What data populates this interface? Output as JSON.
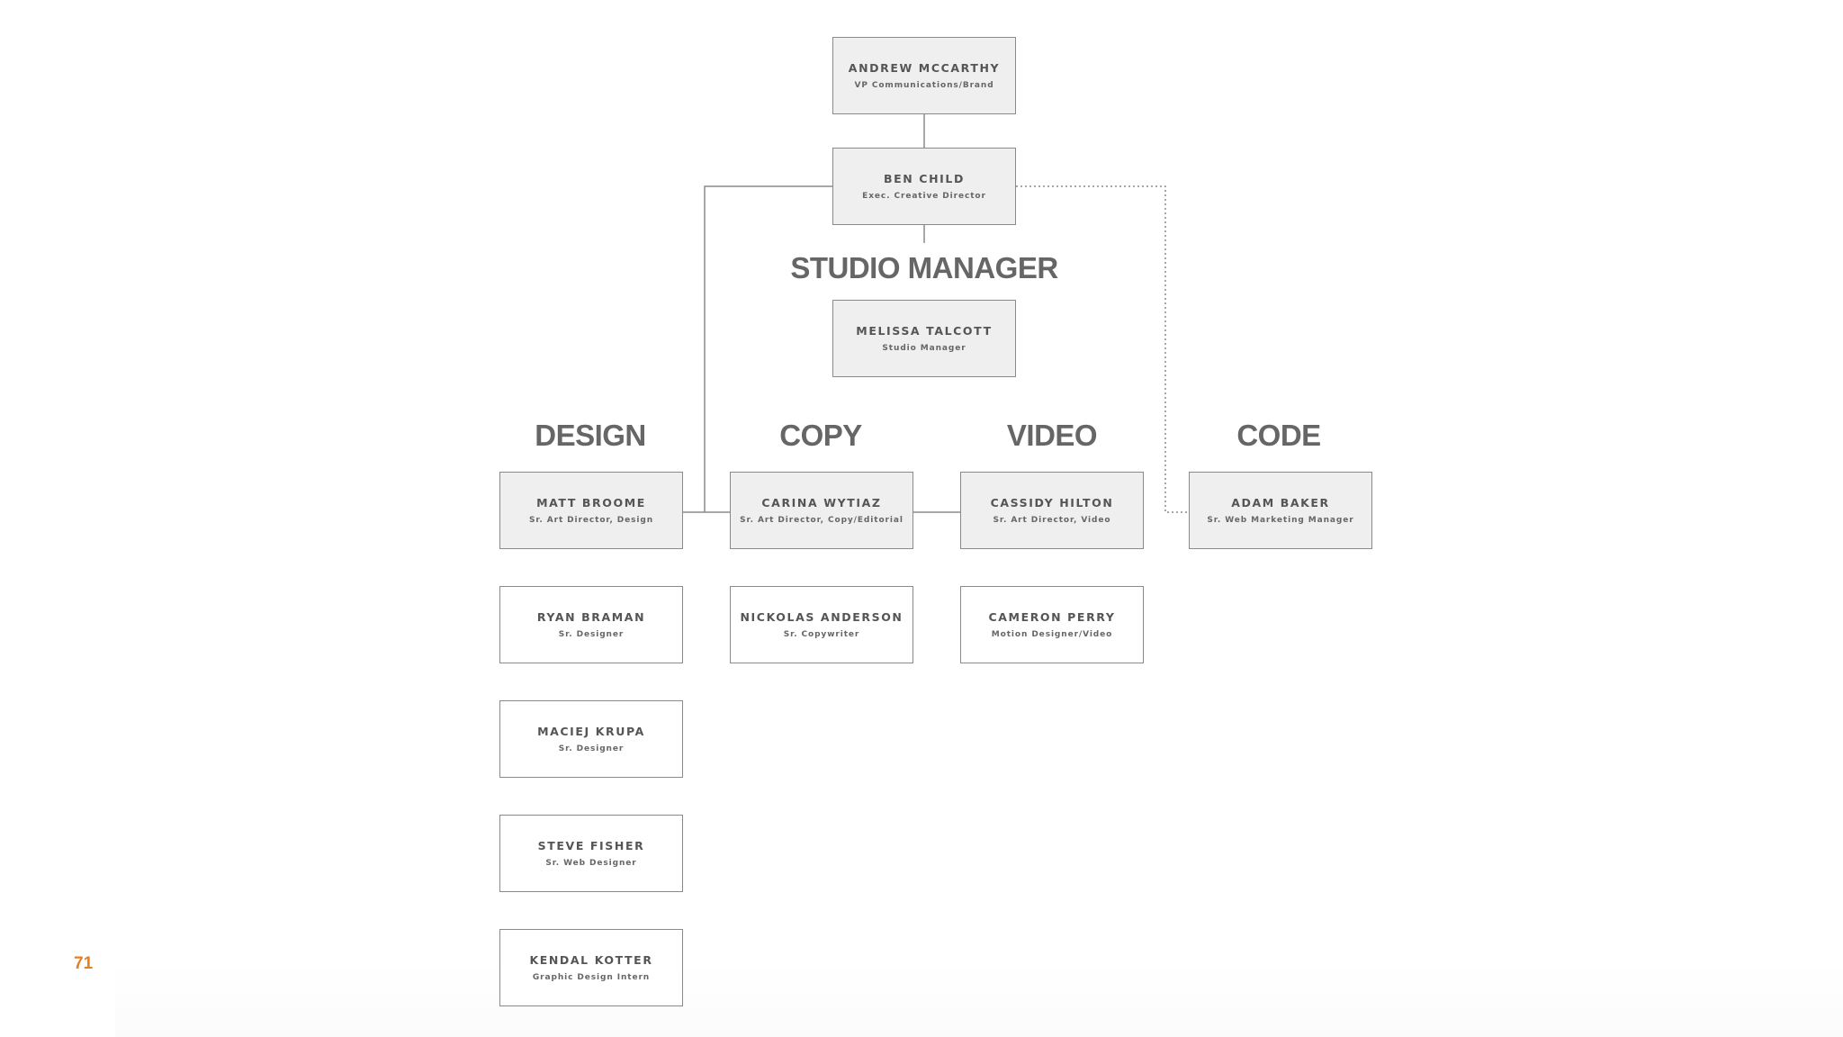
{
  "page_number": "71",
  "headings": {
    "studio_manager": "STUDIO MANAGER",
    "design": "DESIGN",
    "copy": "COPY",
    "video": "VIDEO",
    "code": "CODE"
  },
  "people": {
    "andrew": {
      "name": "ANDREW MCCARTHY",
      "role": "VP Communications/Brand"
    },
    "ben": {
      "name": "BEN CHILD",
      "role": "Exec. Creative Director"
    },
    "melissa": {
      "name": "MELISSA TALCOTT",
      "role": "Studio Manager"
    },
    "matt": {
      "name": "MATT BROOME",
      "role": "Sr. Art Director, Design"
    },
    "carina": {
      "name": "CARINA WYTIAZ",
      "role": "Sr. Art Director, Copy/Editorial"
    },
    "cassidy": {
      "name": "CASSIDY HILTON",
      "role": "Sr. Art Director, Video"
    },
    "adam": {
      "name": "ADAM BAKER",
      "role": "Sr. Web Marketing Manager"
    },
    "ryan": {
      "name": "RYAN BRAMAN",
      "role": "Sr. Designer"
    },
    "nickolas": {
      "name": "NICKOLAS ANDERSON",
      "role": "Sr. Copywriter"
    },
    "cameron": {
      "name": "CAMERON PERRY",
      "role": "Motion Designer/Video"
    },
    "maciej": {
      "name": "MACIEJ KRUPA",
      "role": "Sr. Designer"
    },
    "steve": {
      "name": "STEVE FISHER",
      "role": "Sr. Web Designer"
    },
    "kendal": {
      "name": "KENDAL KOTTER",
      "role": "Graphic Design Intern"
    }
  },
  "colors": {
    "accent": "#e67e22",
    "line": "#8a8a8a",
    "box_fill": "#efefef",
    "text": "#555555"
  }
}
